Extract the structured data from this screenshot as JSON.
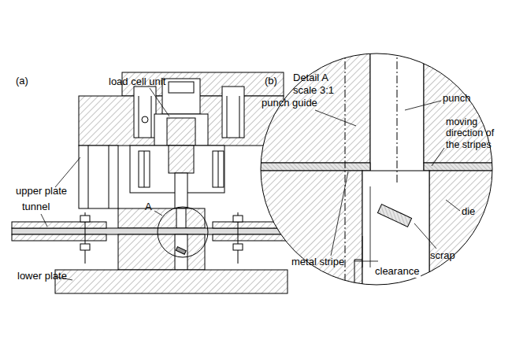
{
  "diagram": {
    "labels": [
      "(a)",
      "load cell unit",
      "upper plate",
      "tunnel",
      "A",
      "lower plate",
      "(b)",
      "Detail A",
      "scale 3:1",
      "punch guide",
      "punch",
      "moving direction of the stripes",
      "die",
      "scrap",
      "metal stripe",
      "clearance"
    ]
  }
}
